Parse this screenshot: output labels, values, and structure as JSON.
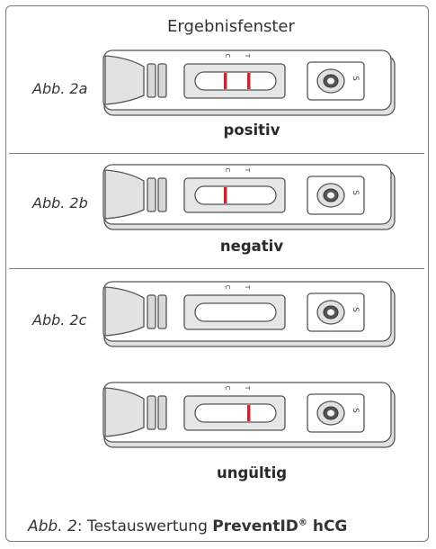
{
  "header": {
    "window_label": "Ergebnisfenster"
  },
  "figures": [
    {
      "label": "Abb. 2a",
      "result": "positiv",
      "c_line": true,
      "t_line": true
    },
    {
      "label": "Abb. 2b",
      "result": "negativ",
      "c_line": true,
      "t_line": false
    },
    {
      "label": "Abb. 2c",
      "result": "",
      "c_line": false,
      "t_line": false
    },
    {
      "label": "",
      "result": "ungültig",
      "c_line": false,
      "t_line": true
    }
  ],
  "cassette": {
    "c_marker": "C",
    "t_marker": "T",
    "s_marker": "S",
    "line_color": "#d4232a"
  },
  "caption": {
    "abb": "Abb. 2",
    "colon_text": ": Testauswertung ",
    "product": "PreventID",
    "registered": "®",
    "suffix": " hCG"
  }
}
